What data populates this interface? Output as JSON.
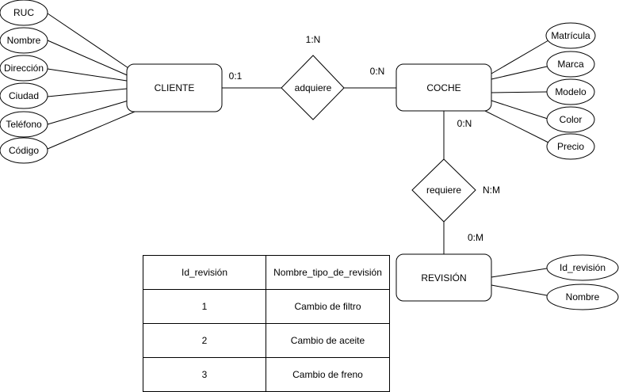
{
  "entities": {
    "cliente": "CLIENTE",
    "coche": "COCHE",
    "revision": "REVISIÓN"
  },
  "relationships": {
    "adquiere": "adquiere",
    "requiere": "requiere"
  },
  "cardinalities": {
    "adquiere_top": "1:N",
    "cliente_side": "0:1",
    "coche_side": "0:N",
    "coche_down": "0:N",
    "requiere_side": "N:M",
    "revision_up": "0:M"
  },
  "attributes": {
    "cliente": [
      "RUC",
      "Nombre",
      "Dirección",
      "Ciudad",
      "Teléfono",
      "Código"
    ],
    "coche": [
      "Matrícula",
      "Marca",
      "Modelo",
      "Color",
      "Precio"
    ],
    "revision": [
      "Id_revisión",
      "Nombre"
    ]
  },
  "table": {
    "headers": [
      "Id_revisión",
      "Nombre_tipo_de_revisión"
    ],
    "rows": [
      [
        "1",
        "Cambio de filtro"
      ],
      [
        "2",
        "Cambio de aceite"
      ],
      [
        "3",
        "Cambio de freno"
      ]
    ]
  }
}
